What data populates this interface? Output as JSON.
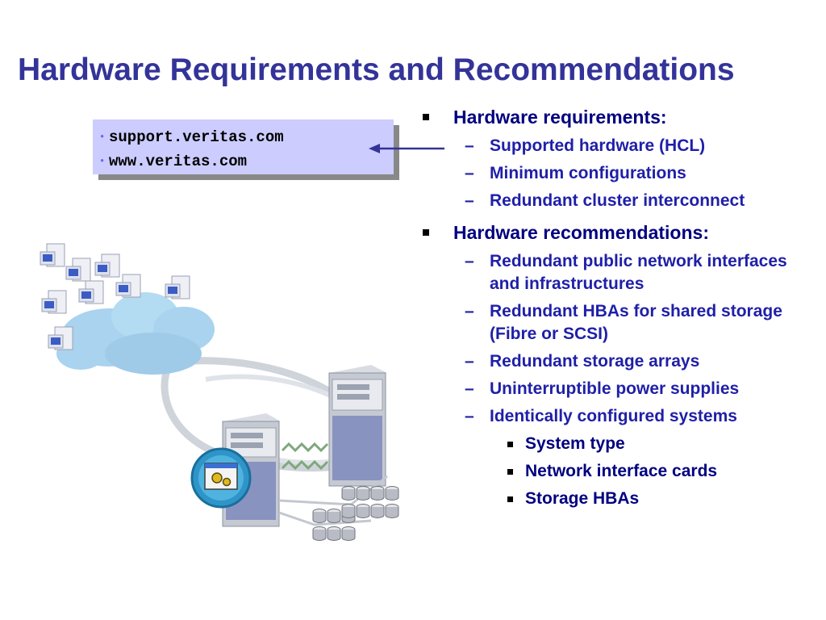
{
  "title": "Hardware Requirements and Recommendations",
  "links": [
    "support.veritas.com",
    "www.veritas.com"
  ],
  "requirements": {
    "heading": "Hardware requirements:",
    "items": [
      "Supported hardware (HCL)",
      "Minimum configurations",
      "Redundant cluster interconnect"
    ]
  },
  "recommendations": {
    "heading": "Hardware recommendations:",
    "items": [
      "Redundant public network interfaces and infrastructures",
      "Redundant HBAs for shared storage (Fibre or SCSI)",
      "Redundant storage arrays",
      "Uninterruptible power supplies",
      "Identically configured systems"
    ],
    "subitems": [
      "System type",
      "Network interface cards",
      "Storage HBAs"
    ]
  },
  "colors": {
    "title": "#333399",
    "bullet_text": "#000080",
    "link_box": "#ccccff"
  },
  "icons": [
    "arrow-left-icon",
    "cloud-icon",
    "client-pc-icon",
    "server-icon",
    "storage-disk-icon",
    "cluster-gear-icon"
  ]
}
